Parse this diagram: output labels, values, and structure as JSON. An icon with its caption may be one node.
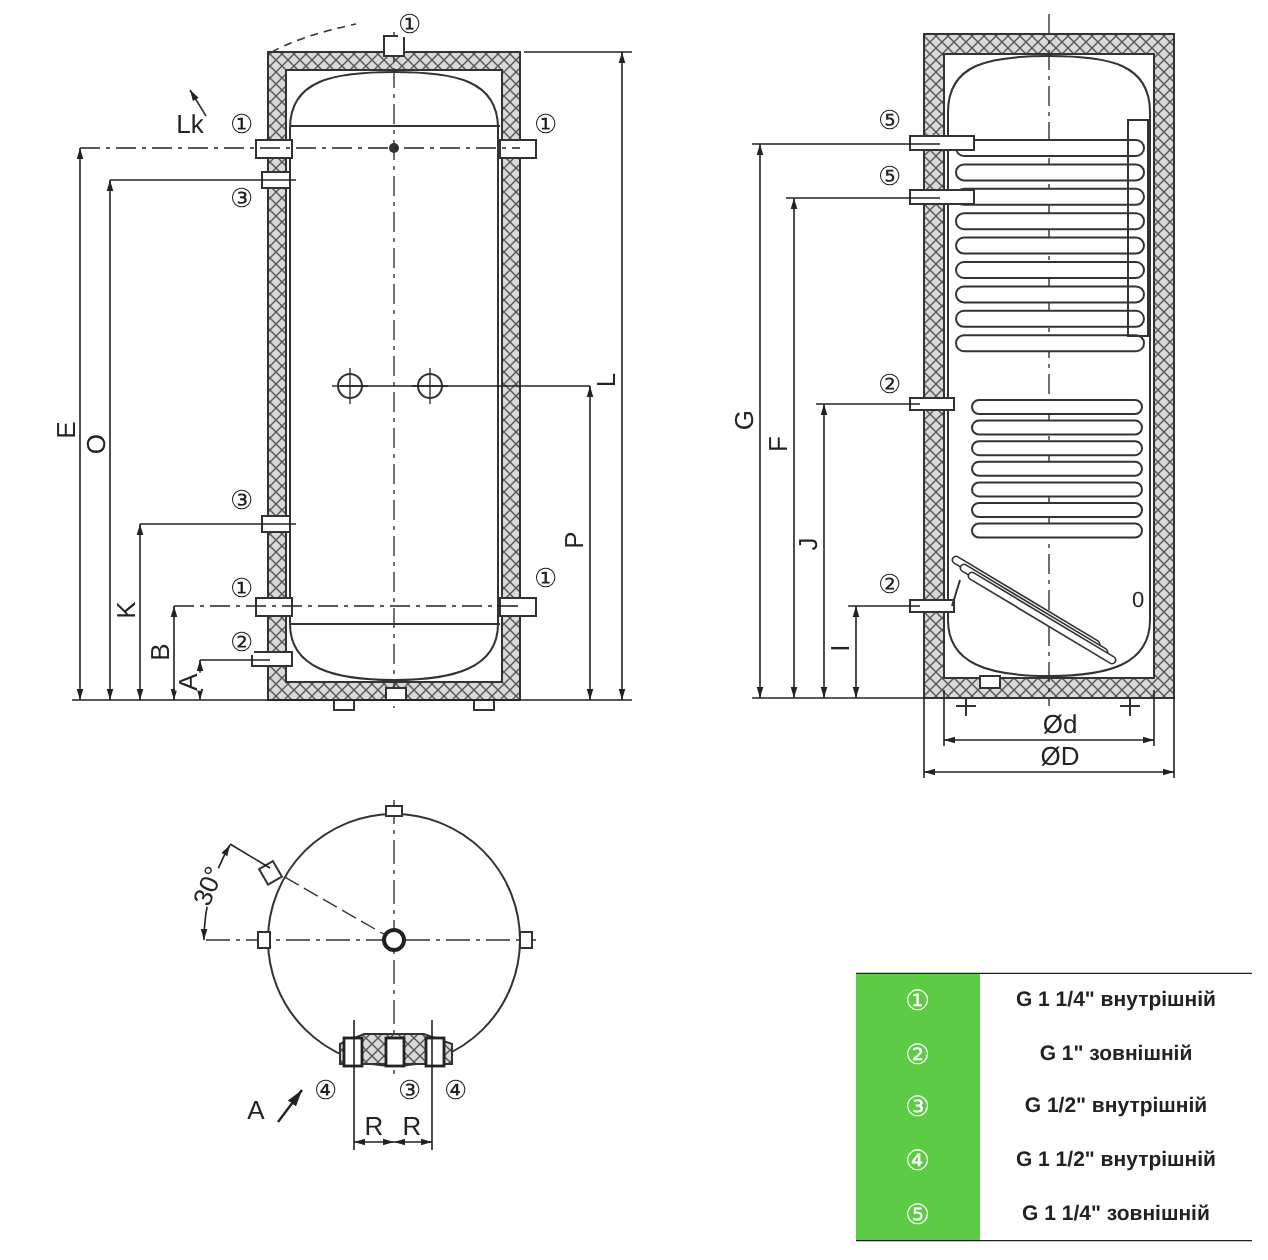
{
  "diagram": {
    "labels": [
      "①",
      "Lk",
      "①",
      "①",
      "③",
      "E",
      "O",
      "L",
      "③",
      "P",
      "K",
      "①",
      "①",
      "B",
      "②",
      "A",
      "⑤",
      "⑤",
      "G",
      "F",
      "②",
      "J",
      "②",
      "I",
      "0",
      "Ød",
      "ØD",
      "30°",
      "④",
      "③",
      "④",
      "A",
      "R",
      "R",
      "①",
      "G 1 1/4\"  внутрішній",
      "②",
      "G 1\" зовнішній",
      "③",
      "G 1/2\" внутрішній",
      "④",
      "G 1 1/2\" внутрішній",
      "⑤",
      "G 1 1/4\" зовнішній"
    ]
  }
}
